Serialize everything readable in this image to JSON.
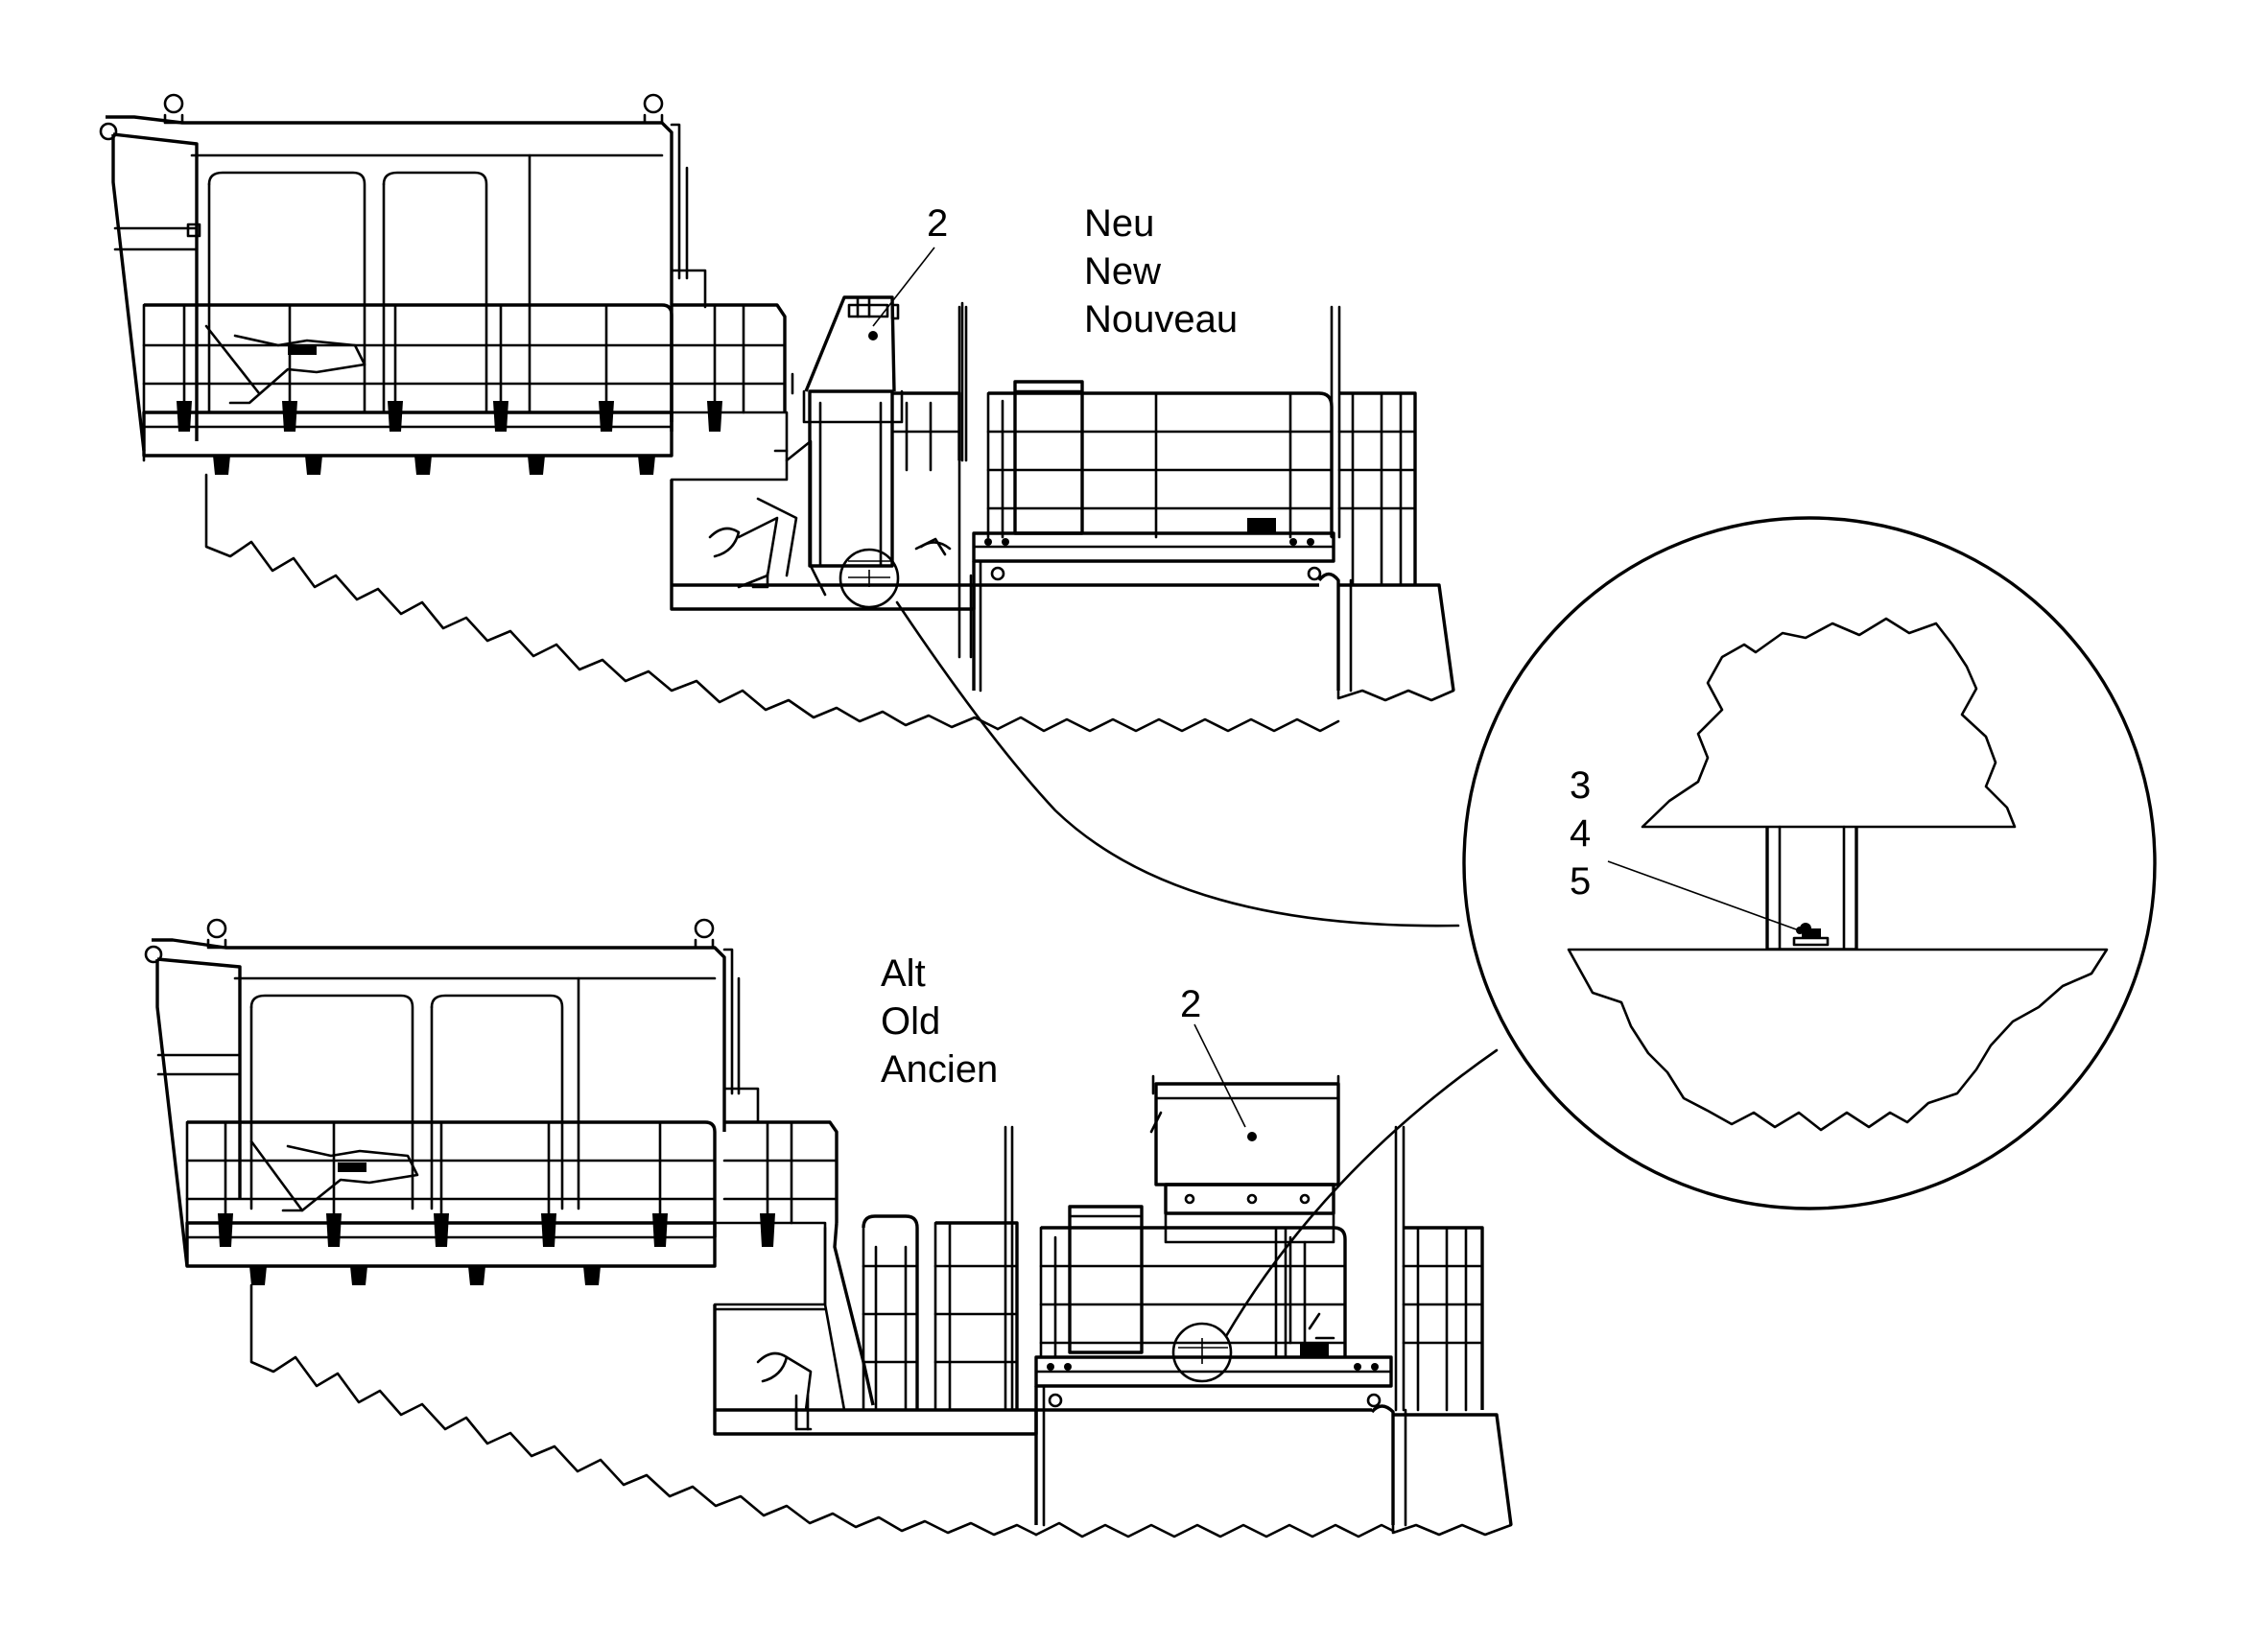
{
  "diagram": {
    "top_view": {
      "callout": "2",
      "caption_lines": [
        "Neu",
        "New",
        "Nouveau"
      ]
    },
    "bottom_view": {
      "callout": "2",
      "caption_lines": [
        "Alt",
        "Old",
        "Ancien"
      ]
    },
    "detail": {
      "callouts": [
        "3",
        "4",
        "5"
      ]
    }
  }
}
